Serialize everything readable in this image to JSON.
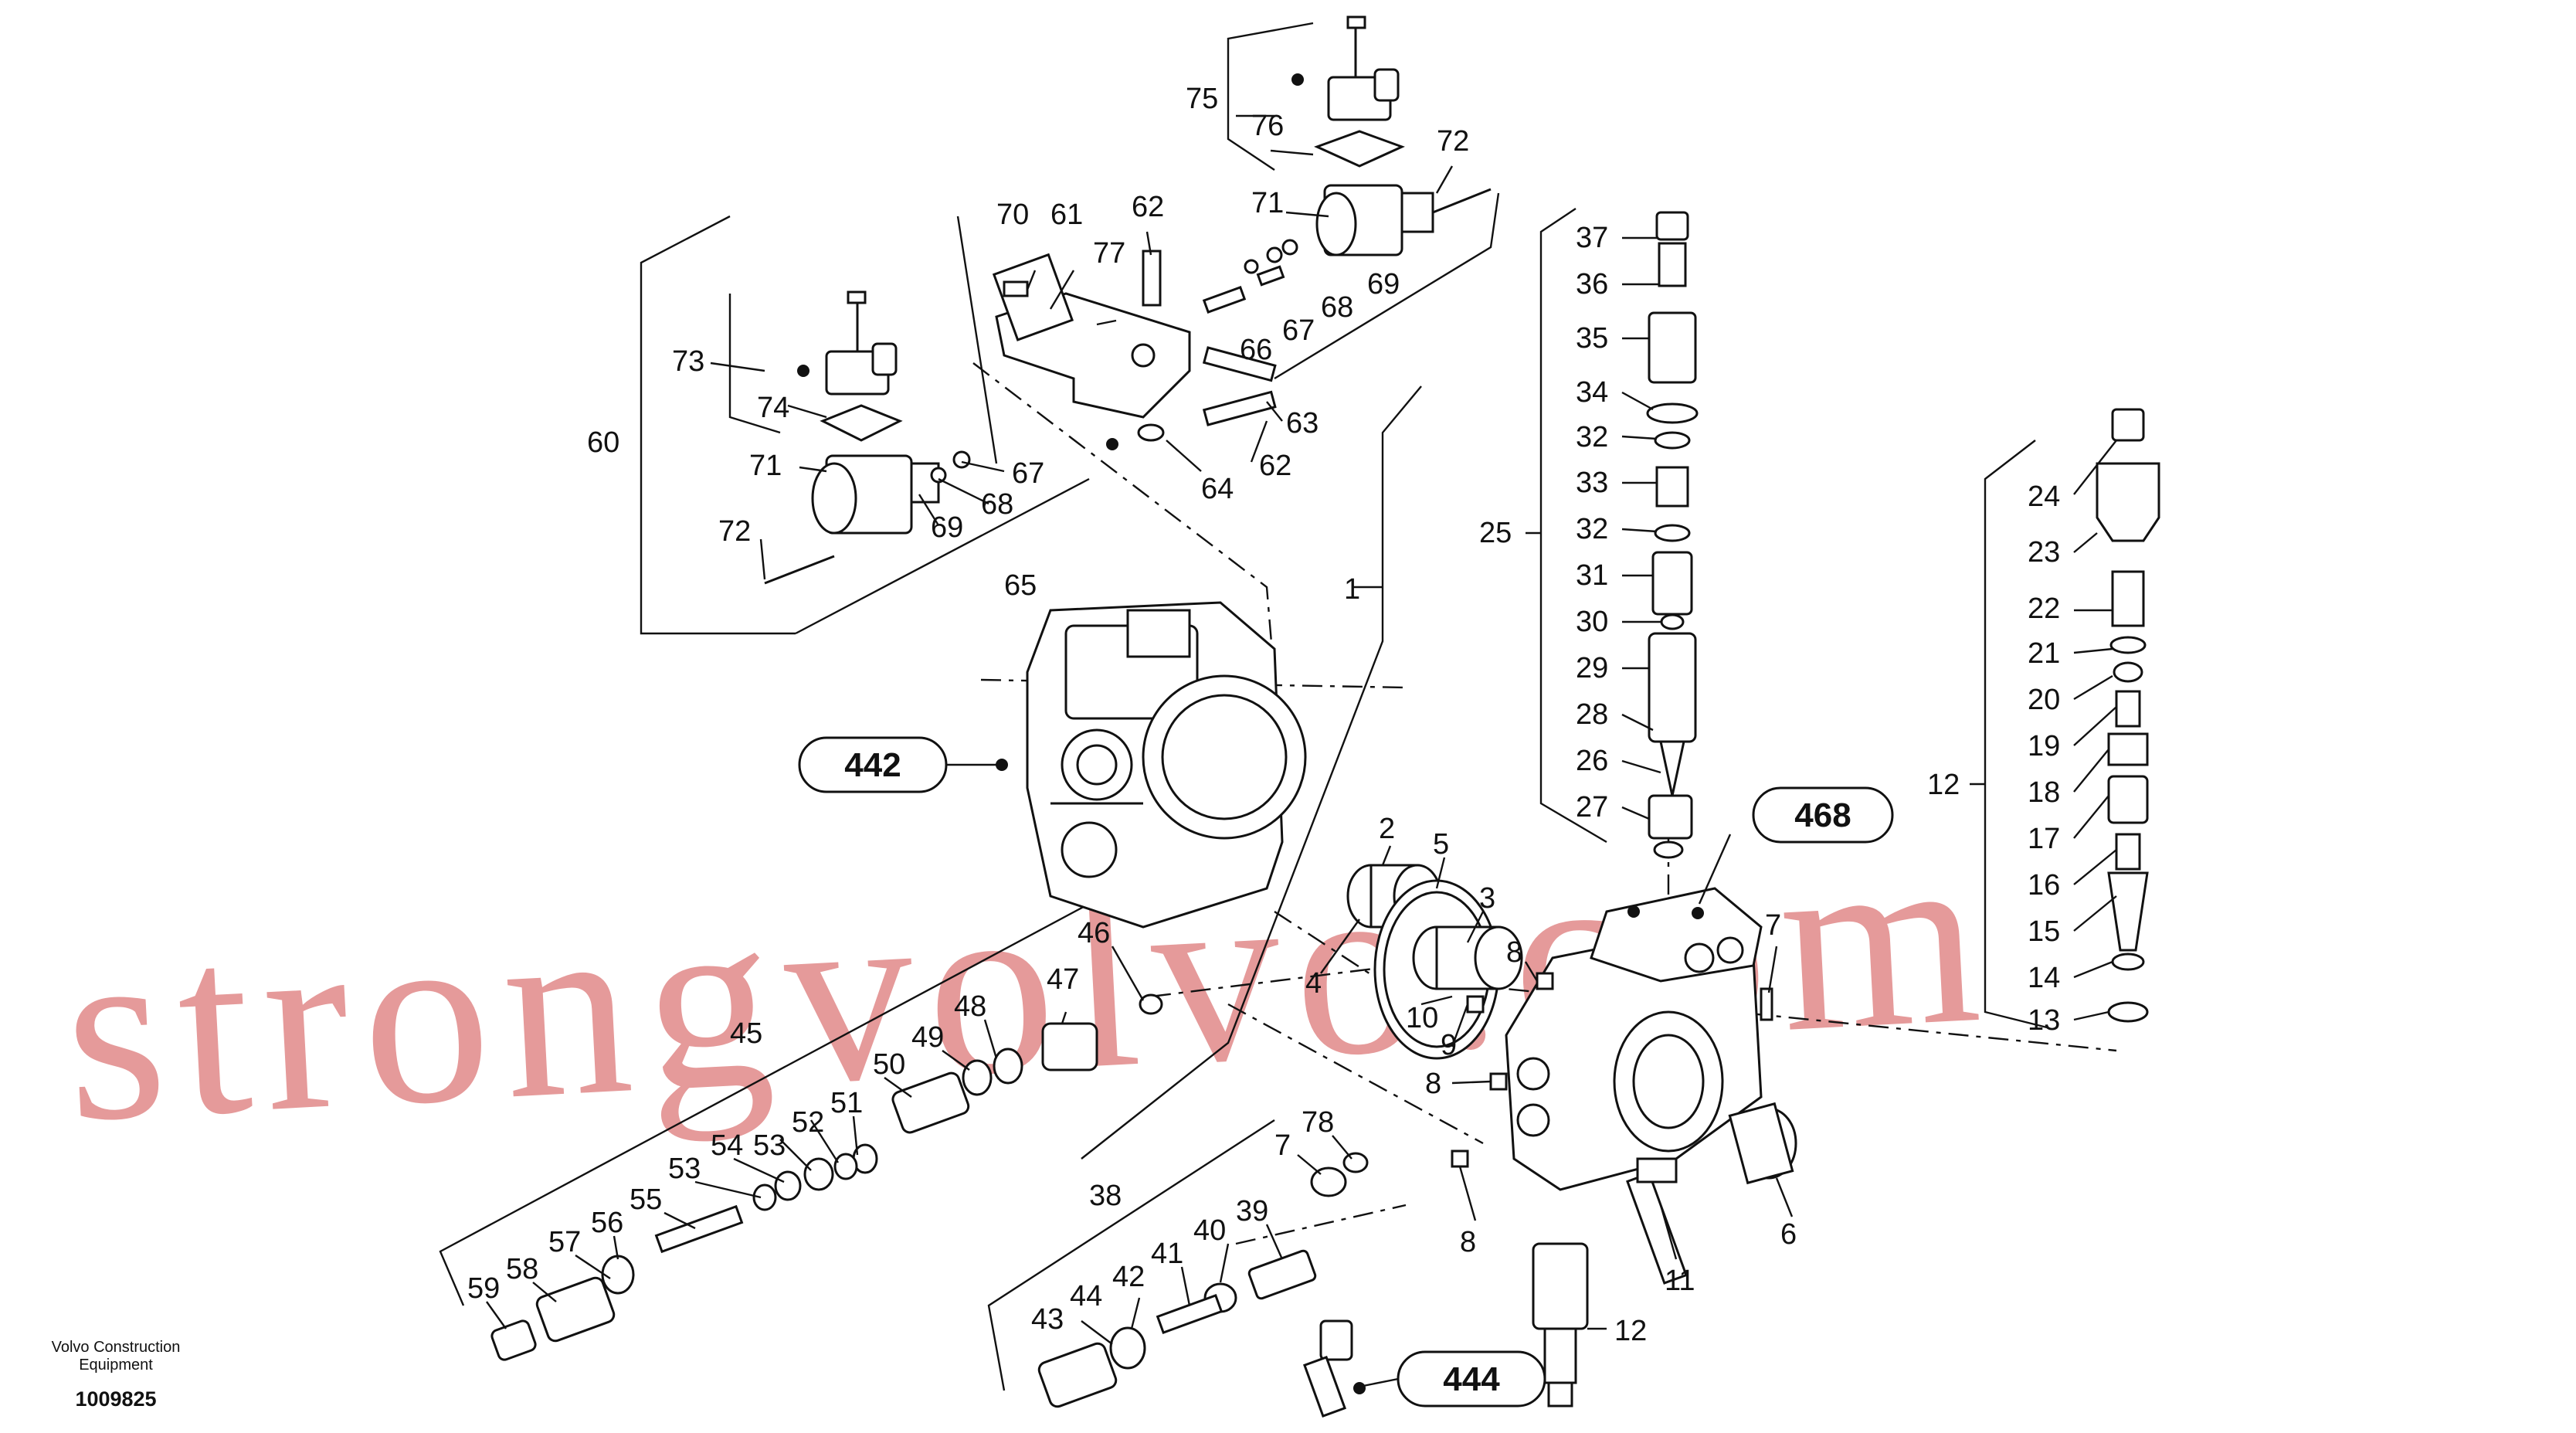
{
  "footer": {
    "company_line1": "Volvo Construction",
    "company_line2": "Equipment",
    "drawing_number": "1009825"
  },
  "watermark": "strongvolvo.com",
  "reference_callouts": [
    "442",
    "468",
    "444"
  ],
  "part_labels": [
    "75",
    "76",
    "72",
    "71",
    "69",
    "68",
    "67",
    "66",
    "70",
    "61",
    "62",
    "77",
    "63",
    "62",
    "64",
    "73",
    "74",
    "60",
    "71",
    "67",
    "68",
    "69",
    "72",
    "65",
    "1",
    "37",
    "36",
    "35",
    "34",
    "32",
    "33",
    "32",
    "31",
    "30",
    "29",
    "28",
    "26",
    "27",
    "25",
    "24",
    "23",
    "22",
    "21",
    "20",
    "19",
    "18",
    "17",
    "16",
    "15",
    "14",
    "13",
    "12",
    "2",
    "5",
    "3",
    "4",
    "10",
    "9",
    "8",
    "8",
    "7",
    "6",
    "11",
    "12",
    "8",
    "46",
    "47",
    "48",
    "49",
    "50",
    "51",
    "52",
    "53",
    "53",
    "54",
    "55",
    "56",
    "57",
    "58",
    "59",
    "45",
    "78",
    "7",
    "38",
    "39",
    "40",
    "41",
    "42",
    "44",
    "43"
  ]
}
